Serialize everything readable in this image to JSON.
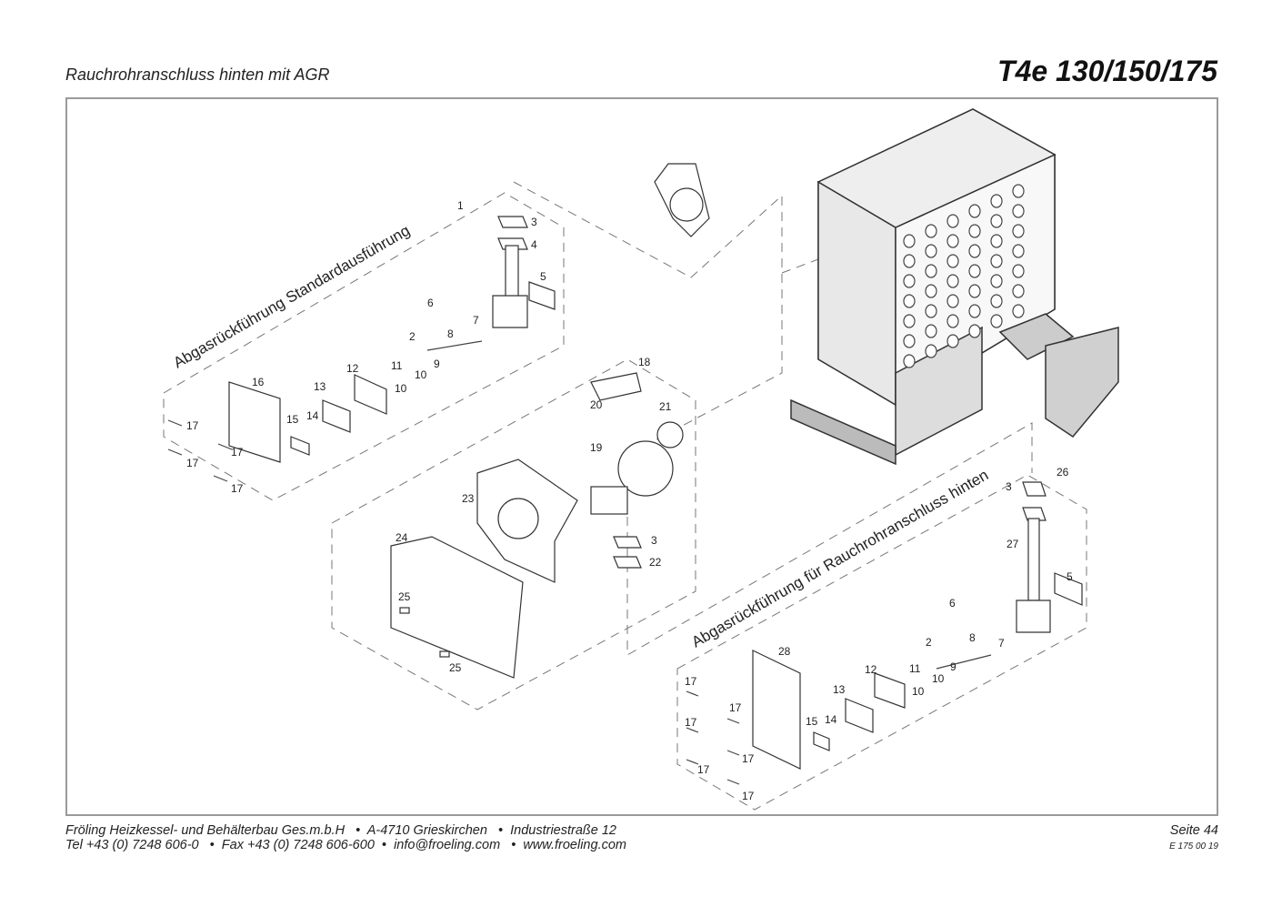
{
  "header": {
    "subtitle": "Rauchrohranschluss hinten mit AGR",
    "model": "T4e 130/150/175"
  },
  "diagram": {
    "group_labels": {
      "standard": "Abgasrückführung Standardausführung",
      "rear": "Abgasrückführung für Rauchrohranschluss hinten"
    },
    "part_numbers": {
      "p1": "1",
      "p2": "2",
      "p3a": "3",
      "p4": "4",
      "p5a": "5",
      "p6a": "6",
      "p7a": "7",
      "p8a": "8",
      "p9a": "9",
      "p10a": "10",
      "p11a": "11",
      "p12a": "12",
      "p13a": "13",
      "p14a": "14",
      "p15a": "15",
      "p16": "16",
      "p17a": "17",
      "p17b": "17",
      "p17c": "17",
      "p17d": "17",
      "p18": "18",
      "p19": "19",
      "p20": "20",
      "p21": "21",
      "p22": "22",
      "p3b": "3",
      "p23": "23",
      "p24": "24",
      "p25a": "25",
      "p25b": "25",
      "p26": "26",
      "p3c": "3",
      "p27": "27",
      "p5b": "5",
      "p6b": "6",
      "p2b": "2",
      "p8b": "8",
      "p7b": "7",
      "p9b": "9",
      "p11b": "11",
      "p10b": "10",
      "p28": "28",
      "p12b": "12",
      "p13b": "13",
      "p14b": "14",
      "p15b": "15",
      "p17e": "17",
      "p17f": "17",
      "p17g": "17",
      "p17h": "17",
      "p17i": "17",
      "p17j": "17"
    }
  },
  "footer": {
    "line1": "Fröling Heizkessel- und Behälterbau Ges.m.b.H   •  A-4710 Grieskirchen   •  Industriestraße 12",
    "line2": "Tel +43 (0) 7248 606-0   •  Fax +43 (0) 7248 606-600  •  info@froeling.com   •  www.froeling.com",
    "page": "Seite 44",
    "doc_code": "E 175 00 19"
  }
}
